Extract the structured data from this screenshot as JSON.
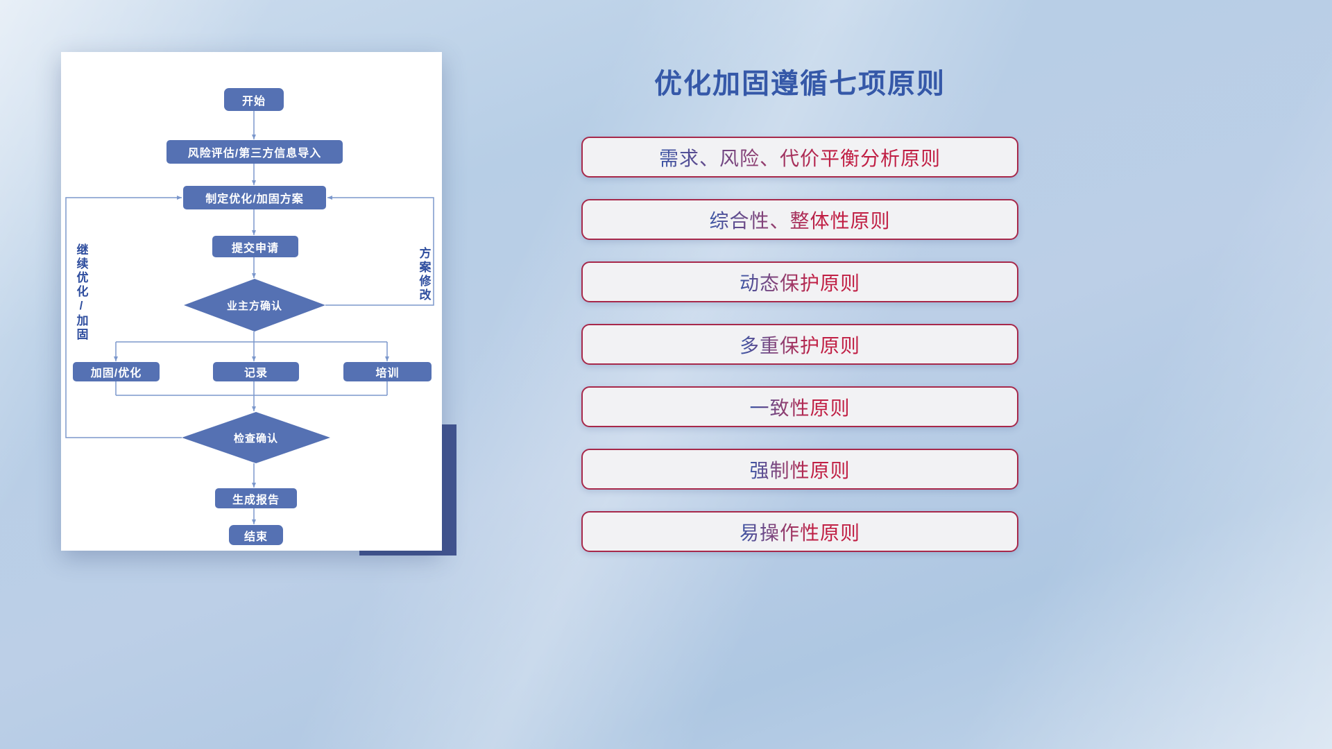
{
  "colors": {
    "background_blue": "#b7cee6",
    "node_fill": "#5571b3",
    "connector_line": "#7b97cc",
    "title_blue": "#3558a8",
    "principle_text_red": "#c01e43",
    "principle_text_blue": "#3a55a5",
    "principle_border": "#a7284a",
    "accent_square": "#42548f"
  },
  "flowchart": {
    "nodes": {
      "start": "开始",
      "risk_import": "风险评估/第三方信息导入",
      "make_plan": "制定优化/加固方案",
      "submit": "提交申请",
      "owner_confirm": "业主方确认",
      "reinforce": "加固/优化",
      "record": "记录",
      "training": "培训",
      "check_confirm": "检查确认",
      "report": "生成报告",
      "end": "结束"
    },
    "labels": {
      "left_loop": "继续优化/加固",
      "right_loop": "方案修改"
    }
  },
  "panel": {
    "title": "优化加固遵循七项原则",
    "principles": [
      {
        "label": "需求、风险、代价平衡分析原则"
      },
      {
        "label": "综合性、整体性原则"
      },
      {
        "label": "动态保护原则"
      },
      {
        "label": "多重保护原则"
      },
      {
        "label": "一致性原则"
      },
      {
        "label": "强制性原则"
      },
      {
        "label": "易操作性原则"
      }
    ]
  }
}
